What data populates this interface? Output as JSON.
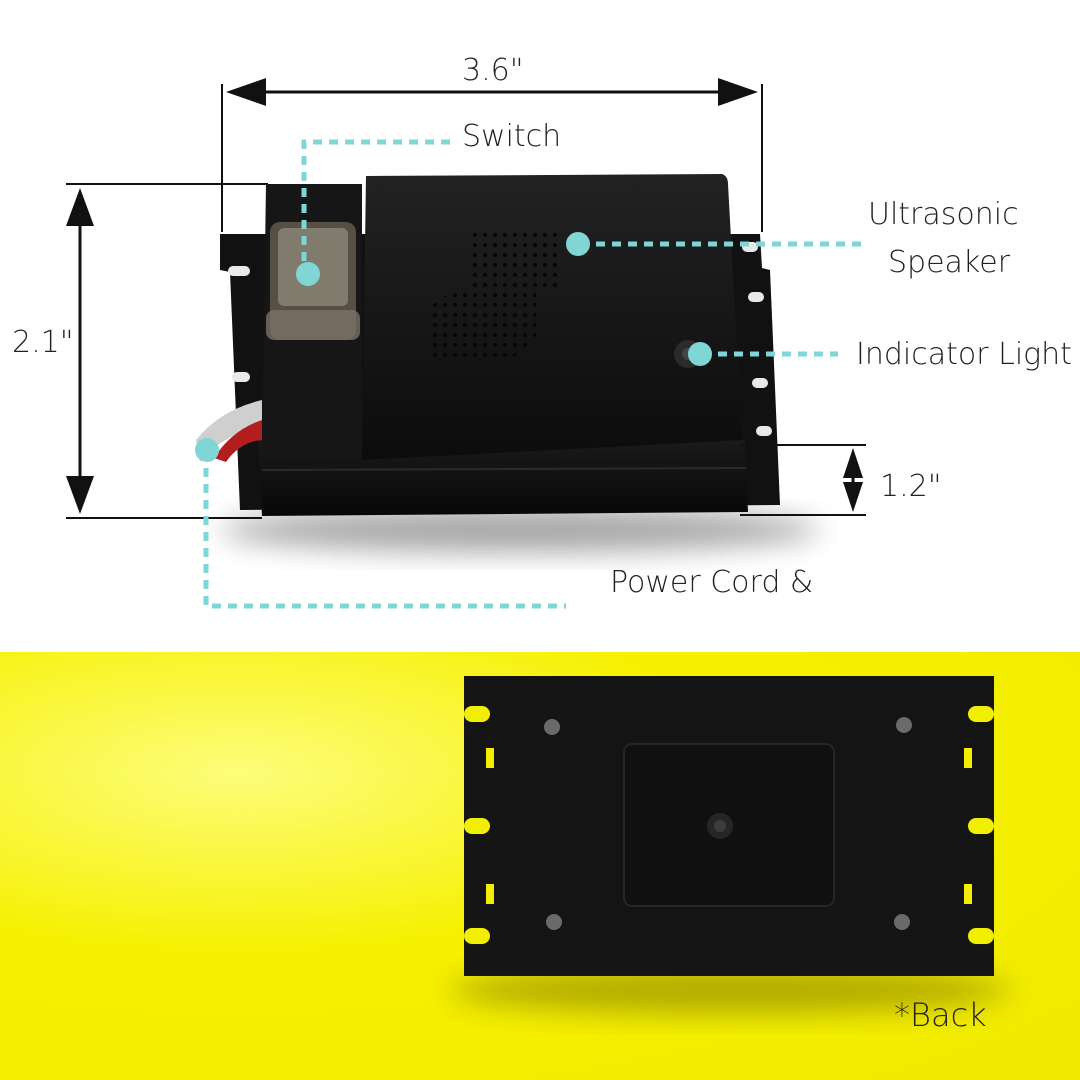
{
  "dimensions": {
    "width": "3.6\"",
    "height": "2.1\"",
    "depth": "1.2\""
  },
  "callouts": {
    "switch": "Switch",
    "speaker_line1": "Ultrasonic",
    "speaker_line2": "Speaker",
    "indicator": "Indicator Light",
    "power": "Power Cord &"
  },
  "back_label": "*Back",
  "colors": {
    "background": "#ffffff",
    "device": "#141414",
    "callout": "#7fd6d4",
    "back_panel": "#f2ee00"
  }
}
